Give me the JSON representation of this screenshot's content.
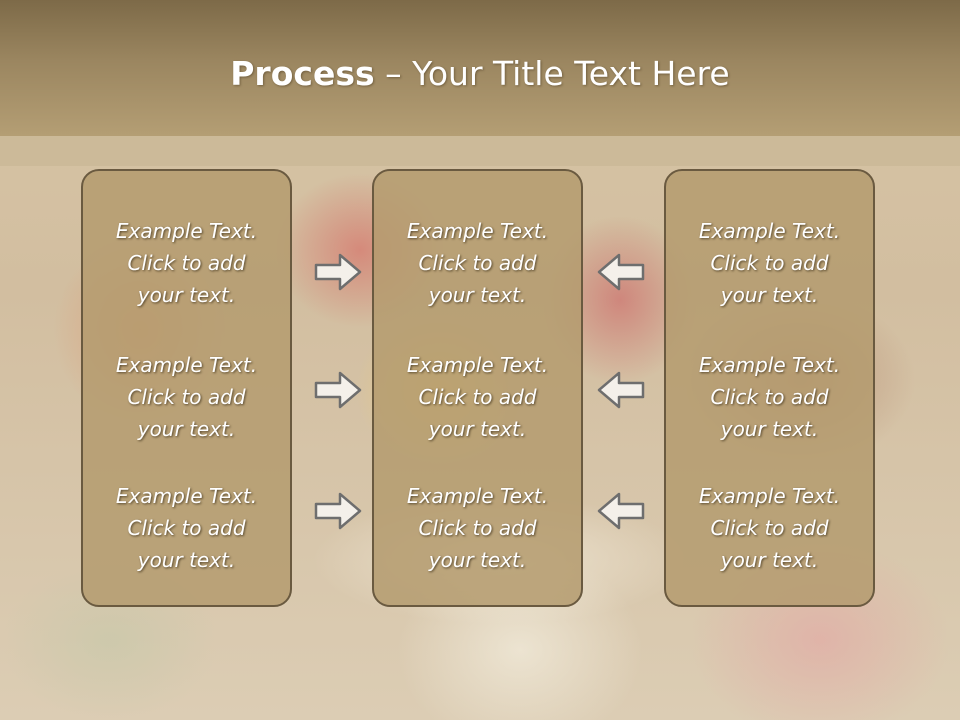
{
  "slide": {
    "title_bold": "Process",
    "title_rest": " – Your Title Text Here"
  },
  "columns": [
    {
      "items": [
        {
          "line1": "Example Text.",
          "line2": "Click  to add",
          "line3": "your text."
        },
        {
          "line1": "Example Text.",
          "line2": "Click  to add",
          "line3": "your text."
        },
        {
          "line1": "Example Text.",
          "line2": "Click  to add",
          "line3": "your text."
        }
      ]
    },
    {
      "items": [
        {
          "line1": "Example Text.",
          "line2": "Click  to add",
          "line3": "your text."
        },
        {
          "line1": "Example Text.",
          "line2": "Click  to add",
          "line3": "your text."
        },
        {
          "line1": "Example Text.",
          "line2": "Click  to add",
          "line3": "your text."
        }
      ]
    },
    {
      "items": [
        {
          "line1": "Example Text.",
          "line2": "Click  to add",
          "line3": "your text."
        },
        {
          "line1": "Example Text.",
          "line2": "Click  to add",
          "line3": "your text."
        },
        {
          "line1": "Example Text.",
          "line2": "Click  to add",
          "line3": "your text."
        }
      ]
    }
  ],
  "arrows": {
    "left_group": "arrow-right-icon",
    "right_group": "arrow-left-icon"
  },
  "colors": {
    "box_fill": "#b49b6e",
    "box_border": "#6a5a40",
    "title_bar": "#9b8660",
    "arrow_fill": "#f4f0ea",
    "arrow_stroke": "#6e6e6e"
  }
}
